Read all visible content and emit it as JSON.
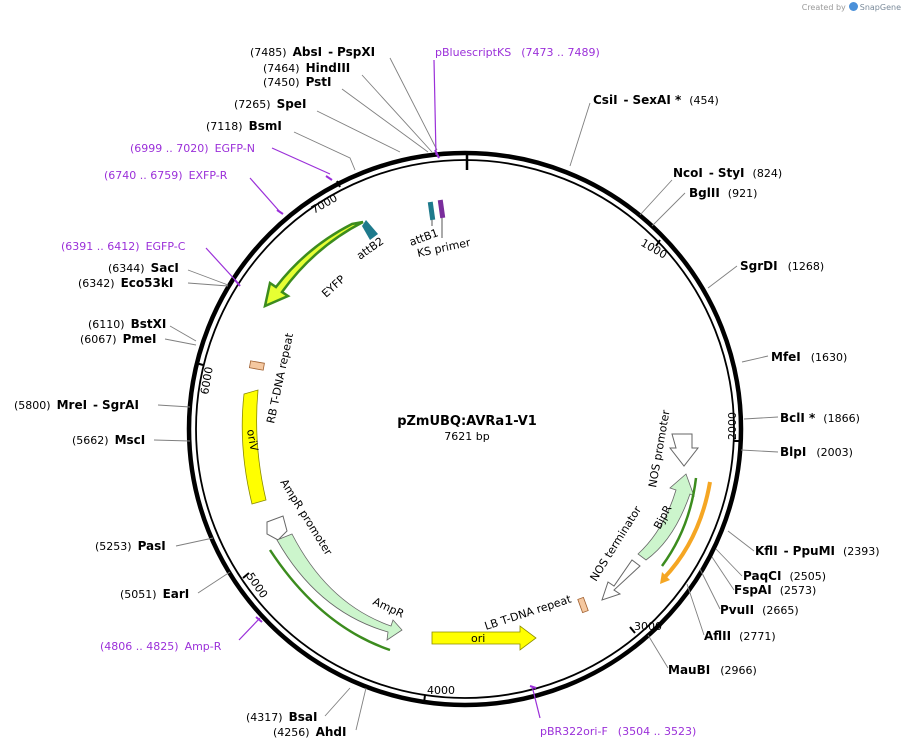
{
  "branding": {
    "created_by": "Created by",
    "app": "SnapGene"
  },
  "plasmid": {
    "name": "pZmUBQ:AVRa1-V1",
    "length": "7621 bp"
  },
  "tick_labels": [
    "1000",
    "2000",
    "3000",
    "4000",
    "5000",
    "6000",
    "7000"
  ],
  "enzymes": [
    {
      "id": "absi",
      "name": "AbsI",
      "name2": "PspXI",
      "pos": "(7485)"
    },
    {
      "id": "hindiii",
      "name": "HindIII",
      "pos": "(7464)"
    },
    {
      "id": "psti",
      "name": "PstI",
      "pos": "(7450)"
    },
    {
      "id": "spei",
      "name": "SpeI",
      "pos": "(7265)"
    },
    {
      "id": "bsmi",
      "name": "BsmI",
      "pos": "(7118)"
    },
    {
      "id": "saci",
      "name": "SacI",
      "pos": "(6344)"
    },
    {
      "id": "eco53ki",
      "name": "Eco53kI",
      "pos": "(6342)"
    },
    {
      "id": "bstxi",
      "name": "BstXI",
      "pos": "(6110)"
    },
    {
      "id": "pmei",
      "name": "PmeI",
      "pos": "(6067)"
    },
    {
      "id": "mrei",
      "name": "MreI",
      "name2": "SgrAI",
      "pos": "(5800)"
    },
    {
      "id": "msci",
      "name": "MscI",
      "pos": "(5662)"
    },
    {
      "id": "pasi",
      "name": "PasI",
      "pos": "(5253)"
    },
    {
      "id": "eari",
      "name": "EarI",
      "pos": "(5051)"
    },
    {
      "id": "bsai",
      "name": "BsaI",
      "pos": "(4317)"
    },
    {
      "id": "ahdi",
      "name": "AhdI",
      "pos": "(4256)"
    },
    {
      "id": "csii",
      "name": "CsiI",
      "name2": "SexAI *",
      "pos": "(454)"
    },
    {
      "id": "ncoi",
      "name": "NcoI",
      "name2": "StyI",
      "pos": "(824)"
    },
    {
      "id": "bglii",
      "name": "BglII",
      "pos": "(921)"
    },
    {
      "id": "sgrdi",
      "name": "SgrDI",
      "pos": "(1268)"
    },
    {
      "id": "mfei",
      "name": "MfeI",
      "pos": "(1630)"
    },
    {
      "id": "bcli",
      "name": "BclI *",
      "pos": "(1866)"
    },
    {
      "id": "blpi",
      "name": "BlpI",
      "pos": "(2003)"
    },
    {
      "id": "kfli",
      "name": "KflI",
      "name2": "PpuMI",
      "pos": "(2393)"
    },
    {
      "id": "paqci",
      "name": "PaqCI",
      "pos": "(2505)"
    },
    {
      "id": "fspai",
      "name": "FspAI",
      "pos": "(2573)"
    },
    {
      "id": "pvuii",
      "name": "PvuII",
      "pos": "(2665)"
    },
    {
      "id": "aflii",
      "name": "AflII",
      "pos": "(2771)"
    },
    {
      "id": "maubi",
      "name": "MauBI",
      "pos": "(2966)"
    }
  ],
  "primers": [
    {
      "id": "pbluescriptks",
      "name": "pBluescriptKS",
      "range": "(7473 .. 7489)"
    },
    {
      "id": "egfp-n",
      "name": "EGFP-N",
      "range": "(6999 .. 7020)"
    },
    {
      "id": "exfp-r",
      "name": "EXFP-R",
      "range": "(6740 .. 6759)"
    },
    {
      "id": "egfp-c",
      "name": "EGFP-C",
      "range": "(6391 .. 6412)"
    },
    {
      "id": "amp-r",
      "name": "Amp-R",
      "range": "(4806 .. 4825)"
    },
    {
      "id": "pbr322ori-f",
      "name": "pBR322ori-F",
      "range": "(3504 .. 3523)"
    }
  ],
  "features": {
    "attb1": "attB1",
    "ks_primer": "KS primer",
    "attb2": "attB2",
    "eyfp": "EYFP",
    "rb_repeat": "RB T-DNA repeat",
    "oriv": "oriV",
    "ampr_promoter": "AmpR promoter",
    "ampr": "AmpR",
    "ori": "ori",
    "lb_repeat": "LB T-DNA repeat",
    "nos_terminator": "NOS terminator",
    "nos_promoter": "NOS promoter",
    "bjpr": "BjpR"
  },
  "colors": {
    "backbone": "#000000",
    "enzyme_line": "#7f7f7f",
    "primer": "#9b30d9",
    "yellow_feature": "#ffff00",
    "eyfp": "#e6ff33",
    "green_feature": "#ccf5cc",
    "rep_origin": "#f5c8a0",
    "orange_feature": "#f5a623",
    "dark_green": "#3c8c1e",
    "attb_teal": "#1e7a8c",
    "ks_purple": "#7a2d9c"
  }
}
